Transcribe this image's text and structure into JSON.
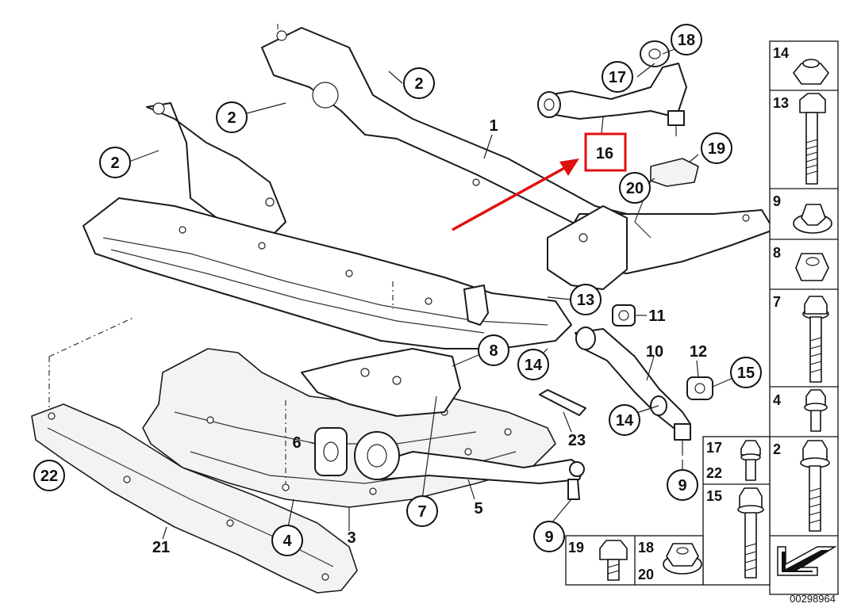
{
  "document_number": "00298964",
  "highlighted_part": "16",
  "callouts": [
    {
      "id": "c1",
      "label": "1",
      "circled": false
    },
    {
      "id": "c2a",
      "label": "2",
      "circled": true
    },
    {
      "id": "c2b",
      "label": "2",
      "circled": true
    },
    {
      "id": "c2c",
      "label": "2",
      "circled": true
    },
    {
      "id": "c3",
      "label": "3",
      "circled": false
    },
    {
      "id": "c4",
      "label": "4",
      "circled": true
    },
    {
      "id": "c5",
      "label": "5",
      "circled": false
    },
    {
      "id": "c6",
      "label": "6",
      "circled": false
    },
    {
      "id": "c7",
      "label": "7",
      "circled": true
    },
    {
      "id": "c8",
      "label": "8",
      "circled": true
    },
    {
      "id": "c9a",
      "label": "9",
      "circled": true
    },
    {
      "id": "c9b",
      "label": "9",
      "circled": true
    },
    {
      "id": "c10",
      "label": "10",
      "circled": false
    },
    {
      "id": "c11",
      "label": "11",
      "circled": false
    },
    {
      "id": "c12",
      "label": "12",
      "circled": false
    },
    {
      "id": "c13",
      "label": "13",
      "circled": true
    },
    {
      "id": "c14a",
      "label": "14",
      "circled": true
    },
    {
      "id": "c14b",
      "label": "14",
      "circled": true
    },
    {
      "id": "c15",
      "label": "15",
      "circled": true
    },
    {
      "id": "c16",
      "label": "16",
      "circled": false
    },
    {
      "id": "c17",
      "label": "17",
      "circled": true
    },
    {
      "id": "c18",
      "label": "18",
      "circled": true
    },
    {
      "id": "c19",
      "label": "19",
      "circled": true
    },
    {
      "id": "c20",
      "label": "20",
      "circled": true
    },
    {
      "id": "c21",
      "label": "21",
      "circled": false
    },
    {
      "id": "c22",
      "label": "22",
      "circled": true
    },
    {
      "id": "c23",
      "label": "23",
      "circled": false
    }
  ],
  "fastener_panel": [
    {
      "id": "p14",
      "label": "14"
    },
    {
      "id": "p13",
      "label": "13"
    },
    {
      "id": "p9",
      "label": "9"
    },
    {
      "id": "p8",
      "label": "8"
    },
    {
      "id": "p7",
      "label": "7"
    },
    {
      "id": "p4",
      "label": "4"
    },
    {
      "id": "p2",
      "label": "2"
    }
  ],
  "lower_panel": [
    {
      "id": "l17",
      "label": "17"
    },
    {
      "id": "l22",
      "label": "22"
    },
    {
      "id": "l15",
      "label": "15"
    },
    {
      "id": "l19",
      "label": "19"
    },
    {
      "id": "l18",
      "label": "18"
    },
    {
      "id": "l20",
      "label": "20"
    }
  ]
}
